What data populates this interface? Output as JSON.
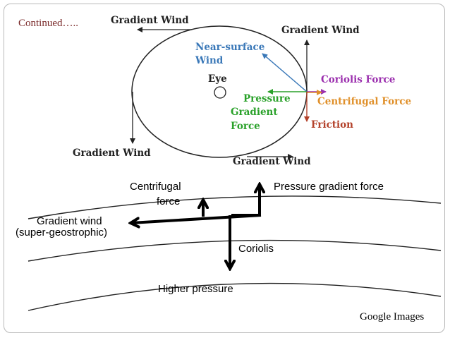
{
  "header": {
    "continued": "Continued….."
  },
  "top_diagram": {
    "gradient_wind_top": "Gradient Wind",
    "gradient_wind_right": "Gradient Wind",
    "gradient_wind_left": "Gradient Wind",
    "gradient_wind_bottom": "Gradient Wind",
    "near_surface_wind_line1": "Near-surface",
    "near_surface_wind_line2": "Wind",
    "eye": "Eye",
    "pressure_gradient_line1": "Pressure",
    "pressure_gradient_line2": "Gradient",
    "pressure_gradient_line3": "Force",
    "coriolis_force": "Coriolis Force",
    "centrifugal_force": "Centrifugal Force",
    "friction": "Friction"
  },
  "bottom_diagram": {
    "centrifugal_line1": "Centrifugal",
    "centrifugal_line2": "force",
    "pressure_gradient_force": "Pressure gradient force",
    "gradient_wind_line1": "Gradient wind",
    "gradient_wind_line2": "(super-geostrophic)",
    "coriolis": "Coriolis",
    "higher_pressure": "Higher pressure"
  },
  "footer": {
    "credit": "Google Images"
  },
  "colors": {
    "near_surface": "#3a78b8",
    "pressure_gradient": "#2aa12a",
    "coriolis": "#9b2fae",
    "centrifugal": "#e0902a",
    "friction": "#b3412a",
    "continued": "#7a2a2a"
  }
}
